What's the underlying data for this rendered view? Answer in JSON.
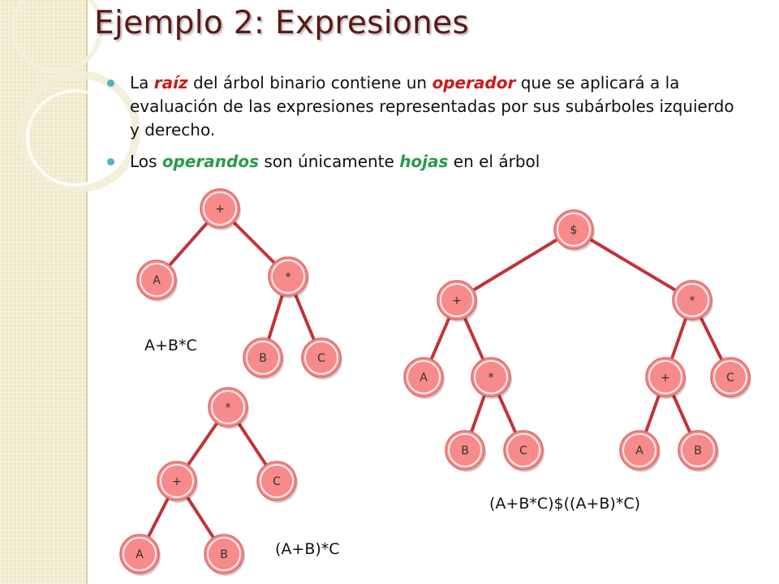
{
  "slide": {
    "title": "Ejemplo 2: Expresiones",
    "bullets": [
      {
        "segments": [
          {
            "text": "La ",
            "style": ""
          },
          {
            "text": "raíz",
            "style": "red"
          },
          {
            "text": " del árbol binario contiene un ",
            "style": ""
          },
          {
            "text": "operador",
            "style": "red"
          },
          {
            "text": "  que se aplicará a la evaluación de las expresiones representadas por sus subárboles izquierdo y derecho.",
            "style": ""
          }
        ]
      },
      {
        "segments": [
          {
            "text": "Los ",
            "style": ""
          },
          {
            "text": "operandos",
            "style": "green"
          },
          {
            "text": " son únicamente ",
            "style": ""
          },
          {
            "text": "hojas",
            "style": "green"
          },
          {
            "text": " en el árbol",
            "style": ""
          }
        ]
      }
    ]
  },
  "colors": {
    "title": "#5a1a16",
    "edge": "#c0343a",
    "node_fill": "#f78a8a",
    "node_stroke": "#e06868",
    "keyword_red": "#cc1a1a",
    "keyword_green": "#2a9a4a",
    "bullet": "#4fb3c8"
  },
  "trees": [
    {
      "expression": "A+B*C",
      "nodes": [
        {
          "id": "r",
          "label": "+"
        },
        {
          "id": "a",
          "label": "A"
        },
        {
          "id": "m",
          "label": "*"
        },
        {
          "id": "b",
          "label": "B"
        },
        {
          "id": "c",
          "label": "C"
        }
      ],
      "edges": [
        [
          "r",
          "a"
        ],
        [
          "r",
          "m"
        ],
        [
          "m",
          "b"
        ],
        [
          "m",
          "c"
        ]
      ]
    },
    {
      "expression": "(A+B)*C",
      "nodes": [
        {
          "id": "r",
          "label": "*"
        },
        {
          "id": "p",
          "label": "+"
        },
        {
          "id": "c",
          "label": "C"
        },
        {
          "id": "a",
          "label": "A"
        },
        {
          "id": "b",
          "label": "B"
        }
      ],
      "edges": [
        [
          "r",
          "p"
        ],
        [
          "r",
          "c"
        ],
        [
          "p",
          "a"
        ],
        [
          "p",
          "b"
        ]
      ]
    },
    {
      "expression": "(A+B*C)$((A+B)*C)",
      "nodes": [
        {
          "id": "r",
          "label": "$"
        },
        {
          "id": "p1",
          "label": "+"
        },
        {
          "id": "m1",
          "label": "*"
        },
        {
          "id": "a1",
          "label": "A"
        },
        {
          "id": "m2",
          "label": "*"
        },
        {
          "id": "b1",
          "label": "B"
        },
        {
          "id": "c1",
          "label": "C"
        },
        {
          "id": "p2",
          "label": "+"
        },
        {
          "id": "c2",
          "label": "C"
        },
        {
          "id": "a2",
          "label": "A"
        },
        {
          "id": "b2",
          "label": "B"
        }
      ],
      "edges": [
        [
          "r",
          "p1"
        ],
        [
          "r",
          "m1"
        ],
        [
          "p1",
          "a1"
        ],
        [
          "p1",
          "m2"
        ],
        [
          "m2",
          "b1"
        ],
        [
          "m2",
          "c1"
        ],
        [
          "m1",
          "p2"
        ],
        [
          "m1",
          "c2"
        ],
        [
          "p2",
          "a2"
        ],
        [
          "p2",
          "b2"
        ]
      ]
    }
  ]
}
